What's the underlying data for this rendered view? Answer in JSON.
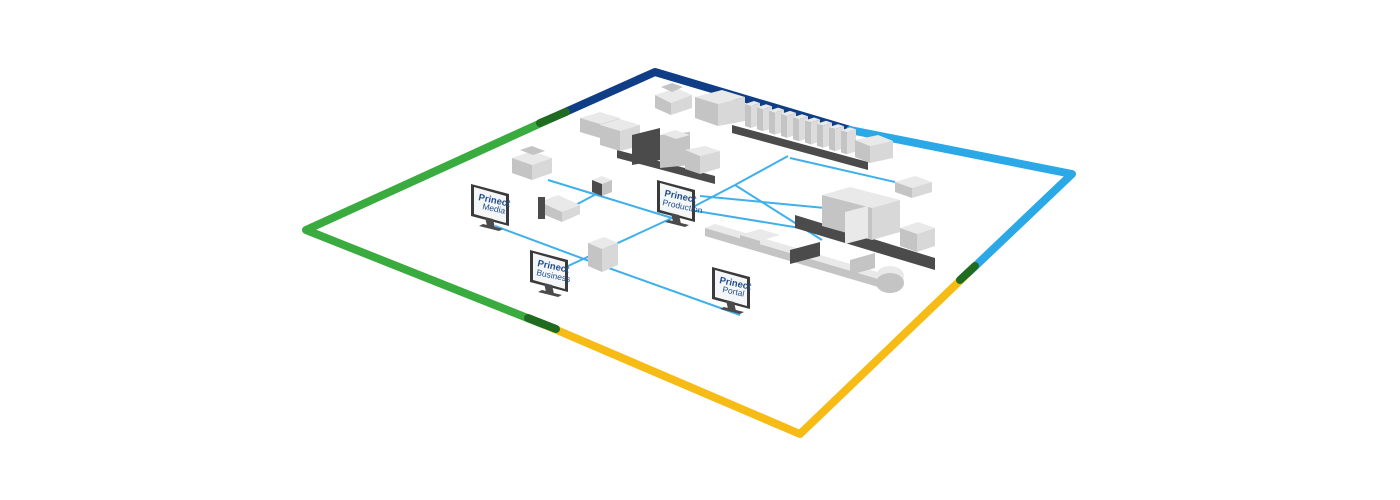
{
  "colors": {
    "background": "#ffffff",
    "frame_left": "#3aab3e",
    "frame_top": "#0f3e86",
    "frame_right": "#2ba8e6",
    "frame_bottom": "#f6bb14",
    "frame_joint_dark": "#1f6b1f",
    "network_line": "#3fb0ea",
    "machine_light": "#e9e9e9",
    "machine_mid": "#c4c4c4",
    "machine_dark": "#4b4b4b",
    "monitor_text": "#1f4e8c"
  },
  "monitors": [
    {
      "id": "media",
      "title": "Prinect",
      "subtitle": "Media"
    },
    {
      "id": "production",
      "title": "Prinect",
      "subtitle": "Production"
    },
    {
      "id": "business",
      "title": "Prinect",
      "subtitle": "Business"
    },
    {
      "id": "portal",
      "title": "Prinect",
      "subtitle": "Portal"
    }
  ],
  "icons": {
    "monitor": "computer-monitor-icon",
    "press": "printing-press-icon",
    "server": "server-tower-icon",
    "platesetter": "platesetter-icon",
    "folder": "folding-machine-icon",
    "cutter": "paper-cutter-icon",
    "stitcher": "saddle-stitcher-icon"
  }
}
